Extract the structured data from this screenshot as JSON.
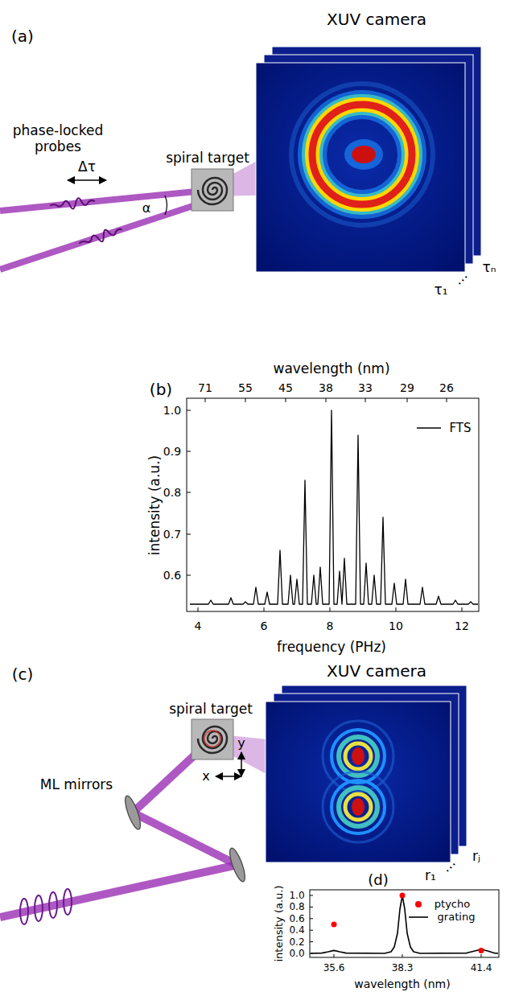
{
  "diagram": {
    "labels": [
      "(a)",
      "XUV camera",
      "phase-locked probes",
      "Δτ",
      "α",
      "spiral target",
      "τ₁",
      "⋯",
      "τₙ",
      "(b)",
      "wavelength (nm)",
      "71",
      "55",
      "45",
      "38",
      "33",
      "29",
      "26",
      "intensity (a.u.)",
      "1.0",
      "0.9",
      "0.8",
      "0.7",
      "0.6",
      "frequency (PHz)",
      "4",
      "6",
      "8",
      "10",
      "12",
      "(c)",
      "XUV camera",
      "ML mirrors",
      "spiral target",
      "y",
      "x",
      "r₁",
      "⋯",
      "rⱼ",
      "(d)",
      "intensity (a.u.)",
      "1.0",
      "0.8",
      "0.6",
      "0.4",
      "0.2",
      "0.0",
      "35.6",
      "38.3",
      "41.4",
      "wavelength (nm)"
    ],
    "legend": [
      {
        "text": "FTS"
      },
      {
        "text": "ptycho",
        "color": "#ff0000"
      },
      {
        "text": "grating"
      }
    ]
  }
}
